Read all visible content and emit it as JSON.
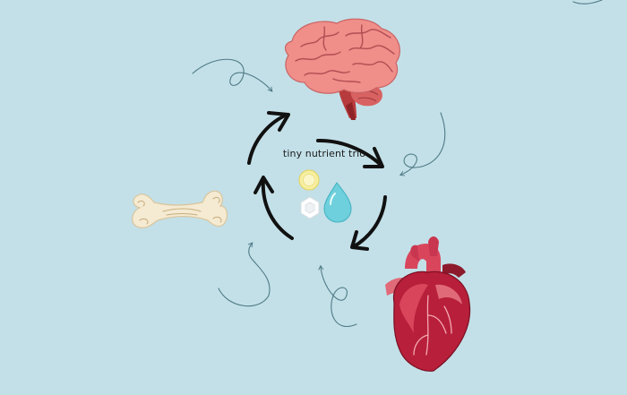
{
  "diagram": {
    "center_label": "tiny nutrient trio",
    "colors": {
      "background": "#c3e0e8",
      "arrow": "#111111",
      "doodle": "#4f7a86",
      "brain": "#f08e8a",
      "heart": "#b81f3a",
      "bone": "#f5ead2",
      "nutrient_yellow": "#f7ef9e",
      "nutrient_white": "#ffffff",
      "nutrient_drop": "#6ed0dc"
    },
    "nodes": [
      {
        "id": "brain",
        "icon": "brain-icon"
      },
      {
        "id": "heart",
        "icon": "heart-icon"
      },
      {
        "id": "bone",
        "icon": "bone-icon"
      },
      {
        "id": "nutrients",
        "icons": [
          "yellow-nutrient-icon",
          "white-hexagon-nutrient-icon",
          "water-drop-icon"
        ]
      }
    ]
  }
}
